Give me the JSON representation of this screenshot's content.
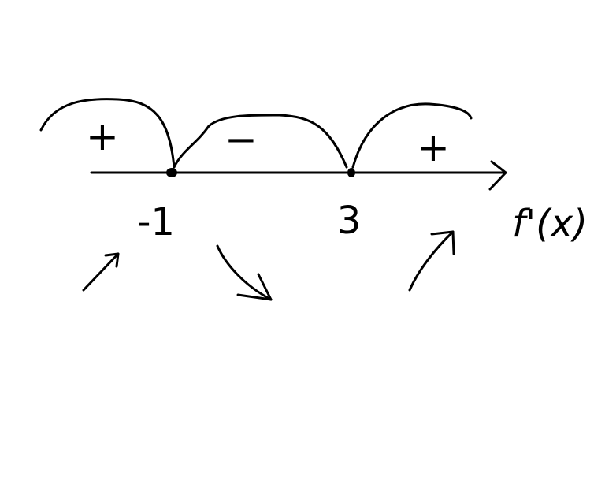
{
  "diagram": {
    "critical_points": [
      {
        "label": "-1"
      },
      {
        "label": "3"
      }
    ],
    "intervals": [
      {
        "sign": "+",
        "behavior": "increasing"
      },
      {
        "sign": "−",
        "behavior": "decreasing"
      },
      {
        "sign": "+",
        "behavior": "increasing"
      }
    ],
    "function_label": "f'(x)"
  },
  "colors": {
    "ink": "#000000",
    "background": "#ffffff"
  }
}
